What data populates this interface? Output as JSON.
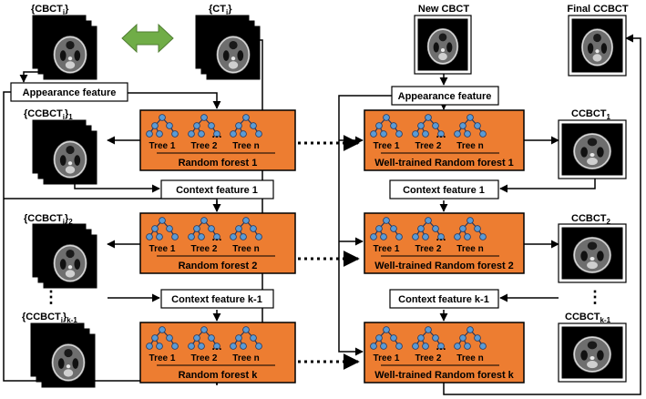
{
  "left": {
    "cbct_train": {
      "base": "{CBCT",
      "sub": "i",
      "end": "}"
    },
    "ct_train": {
      "base": "{CT",
      "sub": "i",
      "end": "}"
    },
    "appearance": "Appearance feature",
    "context": [
      "Context feature 1",
      "Context feature k-1"
    ],
    "forests": [
      "Random forest 1",
      "Random forest 2",
      "Random forest k"
    ],
    "outputs": [
      {
        "base": "{CCBCT",
        "sub": "i",
        "end": "}",
        "sub2": "1"
      },
      {
        "base": "{CCBCT",
        "sub": "i",
        "end": "}",
        "sub2": "2"
      },
      {
        "base": "{CCBCT",
        "sub": "i",
        "end": "}",
        "sub2": "k-1"
      }
    ]
  },
  "right": {
    "new_cbct": "New CBCT",
    "final": "Final CCBCT",
    "appearance": "Appearance feature",
    "context": [
      "Context feature 1",
      "Context feature k-1"
    ],
    "forests": [
      "Well-trained Random forest 1",
      "Well-trained Random forest 2",
      "Well-trained Random forest k"
    ],
    "outputs": [
      {
        "base": "CCBCT",
        "sub": "1"
      },
      {
        "base": "CCBCT",
        "sub": "2"
      },
      {
        "base": "CCBCT",
        "sub": "k-1"
      }
    ]
  },
  "tree_labels": [
    "Tree 1",
    "Tree 2",
    "Tree n"
  ],
  "ellipsis": "…",
  "vdots": "⋮",
  "colors": {
    "forest_fill": "#ed7d31",
    "node_fill": "#5b9bd5",
    "double_arrow": "#70ad47",
    "ct_background": "#000000"
  }
}
